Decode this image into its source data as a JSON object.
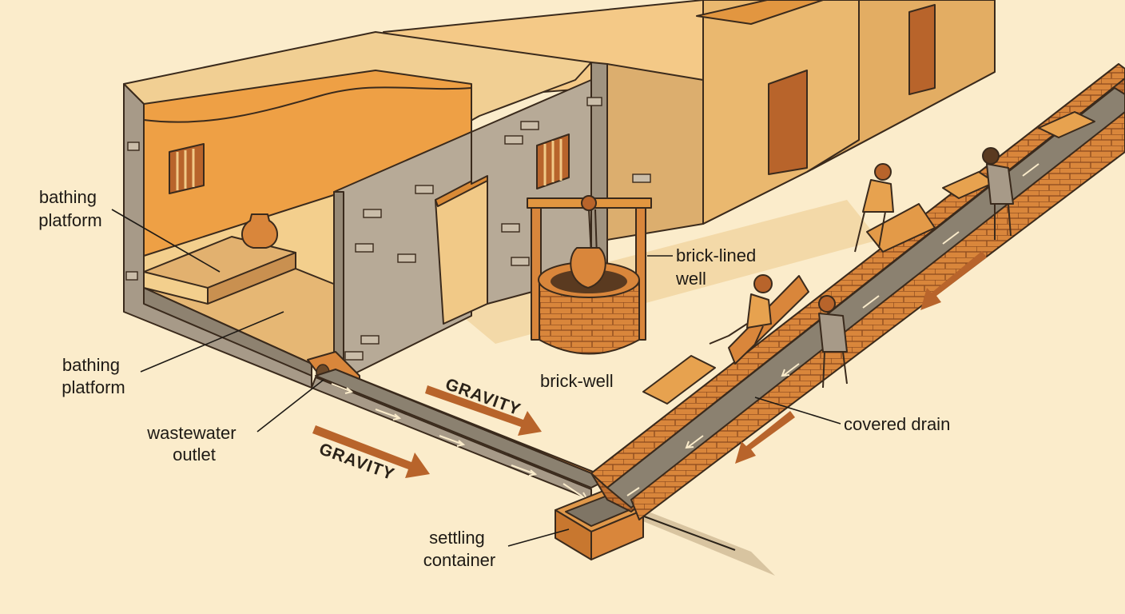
{
  "labels": {
    "bathing_platform_upper": [
      "bathing",
      "platform"
    ],
    "bathing_platform_lower": [
      "bathing",
      "platform"
    ],
    "wastewater_outlet": [
      "wastewater",
      "outlet"
    ],
    "brick_lined_well": [
      "brick-lined",
      "well"
    ],
    "brick_well": "brick-well",
    "covered_drain": "covered drain",
    "settling_container": [
      "settling",
      "container"
    ],
    "gravity_upper": "GRAVITY",
    "gravity_lower": "GRAVITY"
  },
  "colors": {
    "background": "#fbeccb",
    "plaster": "#e8c58a",
    "orange_wall": "#eda145",
    "stone_wall": "#b7aa97",
    "brick": "#d7843a",
    "water_channel": "#8b8170",
    "arrow": "#b8642b"
  }
}
